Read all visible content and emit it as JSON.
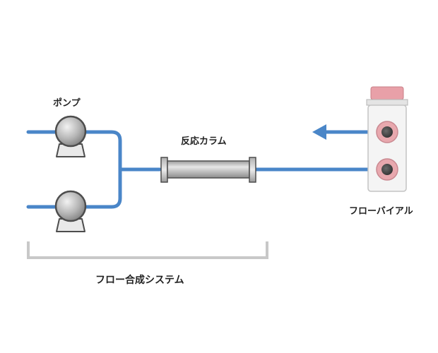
{
  "labels": {
    "pump": "ポンプ",
    "reaction_column": "反応カラム",
    "flow_vial": "フローバイアル",
    "flow_synthesis_system": "フロー合成システム"
  },
  "colors": {
    "tube": "#4a86c8",
    "pump_body": "#a9a9a9",
    "pump_outline": "#4d4d4d",
    "column_body": "#c4c4c4",
    "vial_body": "#f2f2f2",
    "vial_cap": "#e8a0a8",
    "port_ring": "#e8a8ae",
    "bracket": "#c8c8c8"
  },
  "icons": {
    "pump": "pump-icon",
    "column": "reaction-column-icon",
    "vial": "flow-vial-icon"
  }
}
